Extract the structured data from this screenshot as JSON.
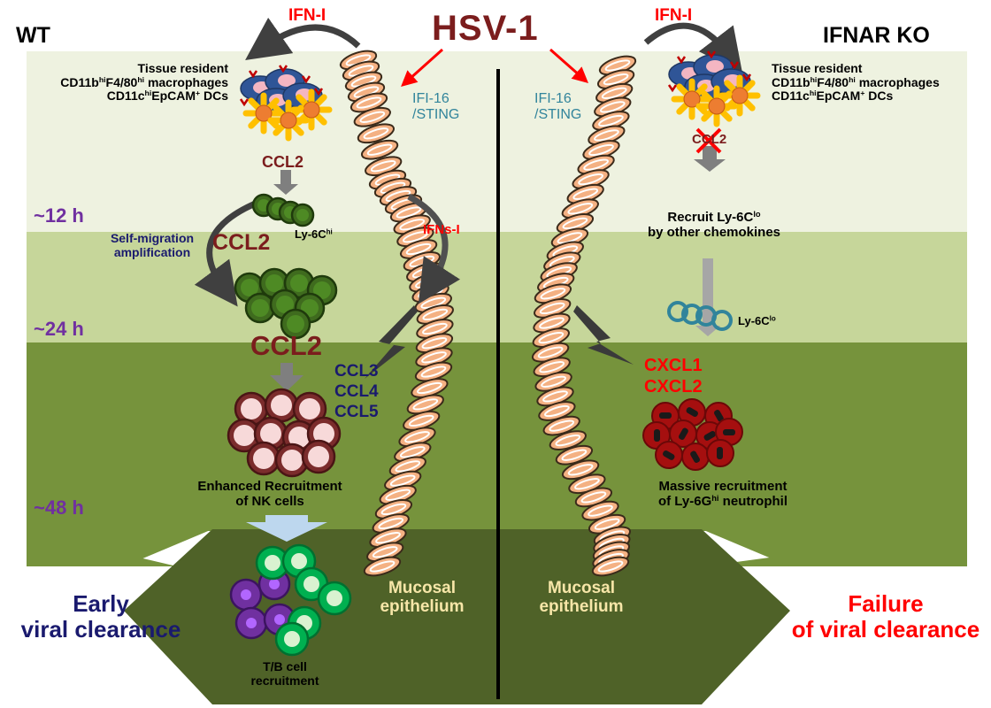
{
  "header": {
    "pathogen": "HSV-1",
    "left_condition": "WT",
    "right_condition": "IFNAR KO",
    "ifn_label": "IFN-I",
    "ifns_label": "IFNs-I",
    "sensor_line1": "IFI-16",
    "sensor_line2": "/STING"
  },
  "timepoints": [
    "~12 h",
    "~24 h",
    "~48 h"
  ],
  "resident_cells": {
    "line1": "Tissue resident",
    "line2_a": "CD11b",
    "line2_sup1": "hi",
    "line2_b": "F4/80",
    "line2_sup2": "hi",
    "line2_c": " macrophages",
    "line3_a": "CD11c",
    "line3_sup1": "hi",
    "line3_b": "EpCAM",
    "line3_sup2": "+",
    "line3_c": " DCs"
  },
  "left": {
    "ccl2_label": "CCL2",
    "ly6c_hi_base": "Ly-6C",
    "ly6c_hi_sup": "hi",
    "self_migration_line1": "Self-migration",
    "self_migration_line2": "amplification",
    "chemokines": [
      "CCL3",
      "CCL4",
      "CCL5"
    ],
    "nk_line1": "Enhanced Recruitment",
    "nk_line2": "of NK cells",
    "tb_line1": "T/B cell",
    "tb_line2": "recruitment",
    "epithelium_line1": "Mucosal",
    "epithelium_line2": "epithelium",
    "outcome_line1": "Early",
    "outcome_line2": "viral clearance"
  },
  "right": {
    "blocked_label": "CCL2",
    "recruit_line1_base": "Recruit Ly-6C",
    "recruit_line1_sup": "lo",
    "recruit_line2": "by other chemokines",
    "ly6c_lo_base": "Ly-6C",
    "ly6c_lo_sup": "lo",
    "chemokines": [
      "CXCL1",
      "CXCL2"
    ],
    "neutrophil_line1": "Massive recruitment",
    "neutrophil_line2_a": "of Ly-6G",
    "neutrophil_line2_sup": "hi",
    "neutrophil_line2_b": " neutrophil",
    "epithelium_line1": "Mucosal",
    "epithelium_line2": "epithelium",
    "outcome_line1": "Failure",
    "outcome_line2": "of viral clearance"
  },
  "colors": {
    "band_light": "#eef2e0",
    "band_mid": "#c6d69a",
    "band_dark": "#76933c",
    "band_darkest": "#4f6228",
    "ccl2_text": "#7b1d1d",
    "navy_text": "#1a1a6e",
    "purple_text": "#7030a0",
    "red_text": "#ff0000",
    "teal_text": "#31849b",
    "cream_text": "#f7e6a8",
    "monocyte_fill": "#3f6b1e",
    "nk_fill": "#f7d9d9",
    "neutrophil_fill": "#a50f0f",
    "epithelium_cell": "#f4b183"
  }
}
